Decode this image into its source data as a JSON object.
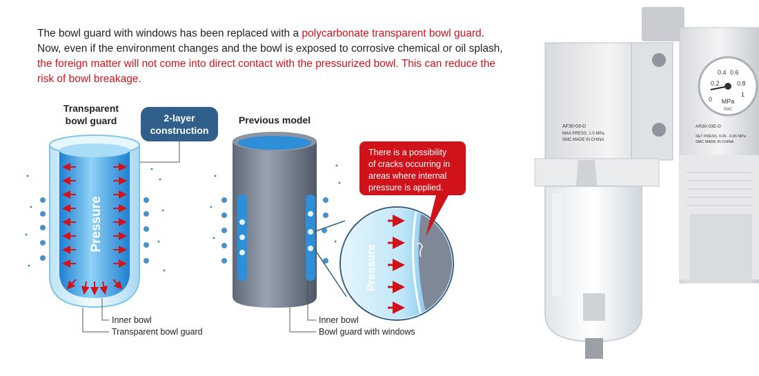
{
  "intro": {
    "part1": "The bowl guard with windows has been replaced with a ",
    "part2_red": "polycarbonate transparent bowl guard",
    "part3": ". Now, even if the environment changes and the bowl is exposed to corrosive chemical or oil splash, ",
    "part4_red": "the foreign matter will not come into direct contact with the pressurized bowl. This can reduce the risk of bowl breakage."
  },
  "left": {
    "title_line1": "Transparent",
    "title_line2": "bowl guard",
    "badge_line1": "2-layer",
    "badge_line2": "construction",
    "pressure": "Pressure",
    "callout_inner": "Inner bowl",
    "callout_guard": "Transparent bowl guard"
  },
  "middle": {
    "title": "Previous model",
    "pressure": "Pressure",
    "warning_line1": "There is a possibility",
    "warning_line2": "of cracks occurring in",
    "warning_line3": "areas where internal",
    "warning_line4": "pressure is applied.",
    "callout_inner": "Inner bowl",
    "callout_guard": "Bowl guard with windows"
  },
  "product": {
    "label_left_line1": "AF30-03-D",
    "label_left_line2": "MAX.PRESS.     1.0  MPa",
    "label_left_line3": "SMC   MADE IN CHINA",
    "label_right_line1": "AR30-03E-D",
    "label_right_line2": "SET PRESS. 0.05 - 0.85 MPa",
    "label_right_line3": "SMC   MADE IN CHINA",
    "gauge_ticks": [
      "0",
      "0.2",
      "0.4",
      "0.6",
      "0.8",
      "1"
    ],
    "gauge_unit": "MPa",
    "gauge_brand": "SMC"
  },
  "colors": {
    "accent_red": "#d0121b",
    "badge_blue": "#2f5f8a",
    "water_blue": "#3aa3e0",
    "guard_gray": "#6c7686"
  }
}
